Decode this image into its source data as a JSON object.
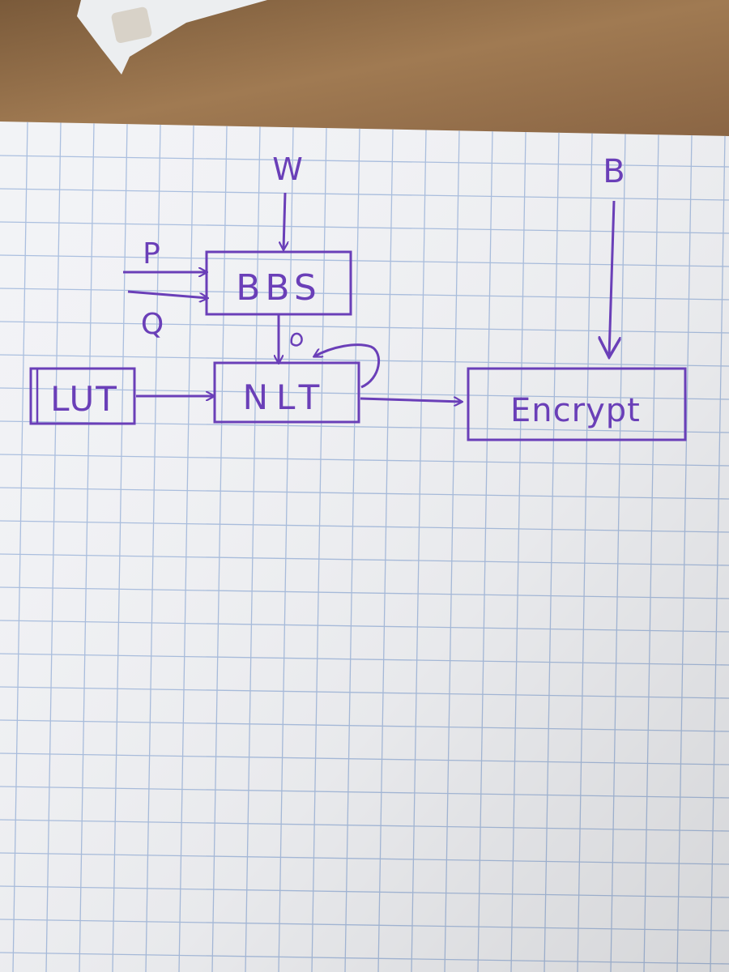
{
  "diagram": {
    "ink_color": "#6a3fb8",
    "paper_color": "#f2f3f6",
    "grid_color": "#9fb7dc",
    "desk_color": "#8a6a48",
    "nodes": {
      "bbs": "BBS",
      "nlt": "NLT",
      "lut": "LUT",
      "encrypt": "Encrypt"
    },
    "inputs": {
      "w": "W",
      "p": "P",
      "q": "Q",
      "b": "B"
    }
  }
}
